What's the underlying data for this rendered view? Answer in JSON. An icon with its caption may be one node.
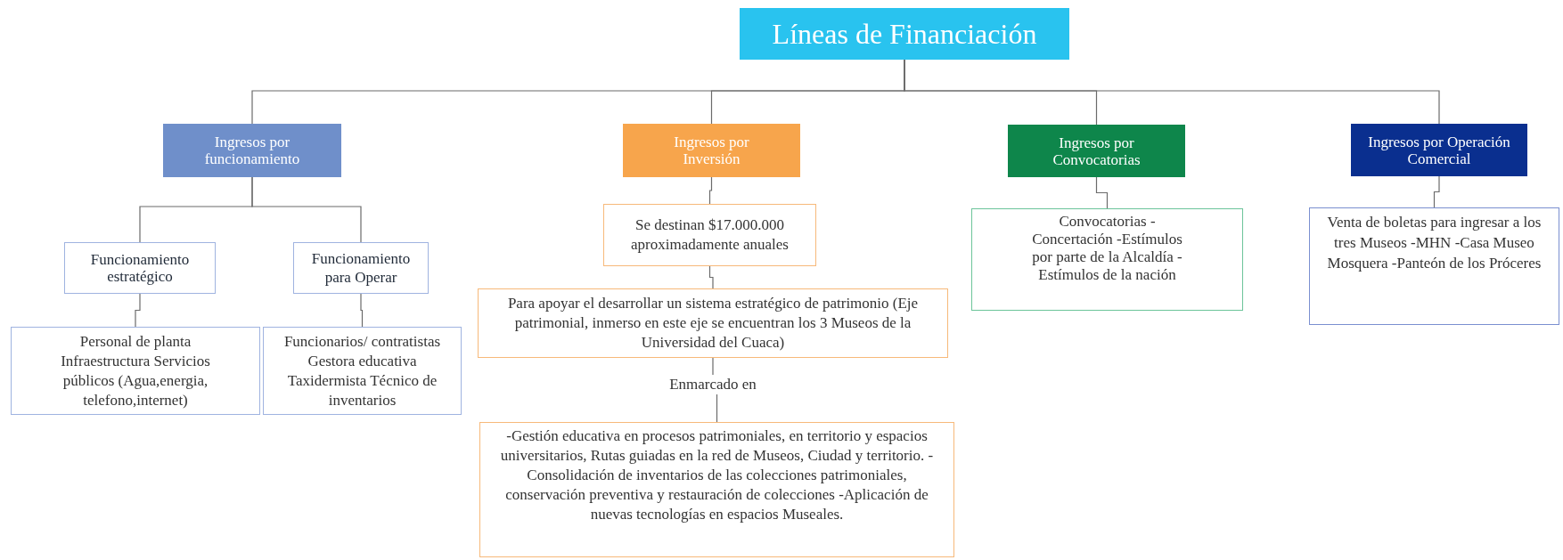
{
  "diagram": {
    "nodes": [
      {
        "text": [
          "Líneas de Financiación"
        ]
      },
      {
        "text": [
          "Ingresos por funcionamiento"
        ]
      },
      {
        "text": [
          "Ingresos por Inversión"
        ]
      },
      {
        "text": [
          "Ingresos por Convocatorias"
        ]
      },
      {
        "text": [
          "Ingresos por Operación Comercial"
        ]
      },
      {
        "text": [
          "Funcionamiento estratégico"
        ]
      },
      {
        "text": [
          "Funcionamiento para Operar"
        ]
      },
      {
        "text": [
          "Personal de planta Infraestructura Servicios públicos (Agua,energia, telefono,internet)"
        ]
      },
      {
        "text": [
          "Funcionarios/ contratistas Gestora educativa Taxidermista Técnico de inventarios"
        ]
      },
      {
        "text": [
          "Se destinan $17.000.000 aproximadamente anuales"
        ]
      },
      {
        "text": [
          "Para apoyar el desarrollar un sistema estratégico de patrimonio (Eje patrimonial, inmerso en este eje se encuentran los 3 Museos de la Universidad del Cuaca)"
        ]
      },
      {
        "text": [
          "-Gestión educativa en procesos patrimoniales, en territorio y espacios universitarios, Rutas guiadas en la red de Museos, Ciudad y territorio. -Consolidación de inventarios de las colecciones patrimoniales, conservación preventiva y restauración de colecciones -Aplicación de nuevas tecnologías en espacios Museales."
        ]
      },
      {
        "text": [
          "Convocatorias -Concertación -Estímulos por parte de la Alcaldía -Estímulos de la nación"
        ]
      },
      {
        "text": [
          "Venta de boletas para ingresar a los tres Museos -MHN -Casa Museo Mosquera -Panteón de los Próceres"
        ]
      }
    ],
    "edges": [
      {
        "from": 0,
        "to": 1,
        "arrow": "none"
      },
      {
        "from": 0,
        "to": 2,
        "arrow": "none"
      },
      {
        "from": 0,
        "to": 3,
        "arrow": "none"
      },
      {
        "from": 0,
        "to": 4,
        "arrow": "none"
      },
      {
        "from": 1,
        "to": 5,
        "arrow": "none"
      },
      {
        "from": 1,
        "to": 6,
        "arrow": "none"
      },
      {
        "from": 5,
        "to": 7,
        "arrow": "none"
      },
      {
        "from": 6,
        "to": 8,
        "arrow": "none"
      },
      {
        "from": 2,
        "to": 9,
        "arrow": "none"
      },
      {
        "from": 9,
        "to": 10,
        "arrow": "none"
      },
      {
        "from": 10,
        "to": 11,
        "arrow": "none",
        "label": "Enmarcado en"
      },
      {
        "from": 3,
        "to": 12,
        "arrow": "none"
      },
      {
        "from": 4,
        "to": 13,
        "arrow": "none"
      }
    ]
  }
}
